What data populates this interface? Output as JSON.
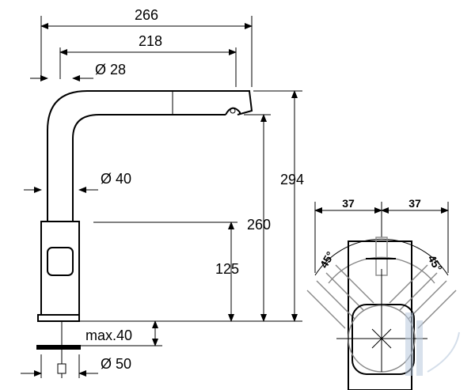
{
  "dimensions": {
    "width_total": "266",
    "spout_reach": "218",
    "spout_diameter": "Ø 28",
    "body_diameter": "Ø 40",
    "total_height": "294",
    "spout_height": "260",
    "lever_height": "125",
    "max_deck": "max.40",
    "hole_diameter": "Ø 50"
  },
  "top_view": {
    "left_offset": "37",
    "right_offset": "37",
    "angle_left": "45°",
    "angle_right": "45°"
  },
  "colors": {
    "line": "#000000",
    "detail": "#888888",
    "watermark": "#b8c8dc"
  }
}
